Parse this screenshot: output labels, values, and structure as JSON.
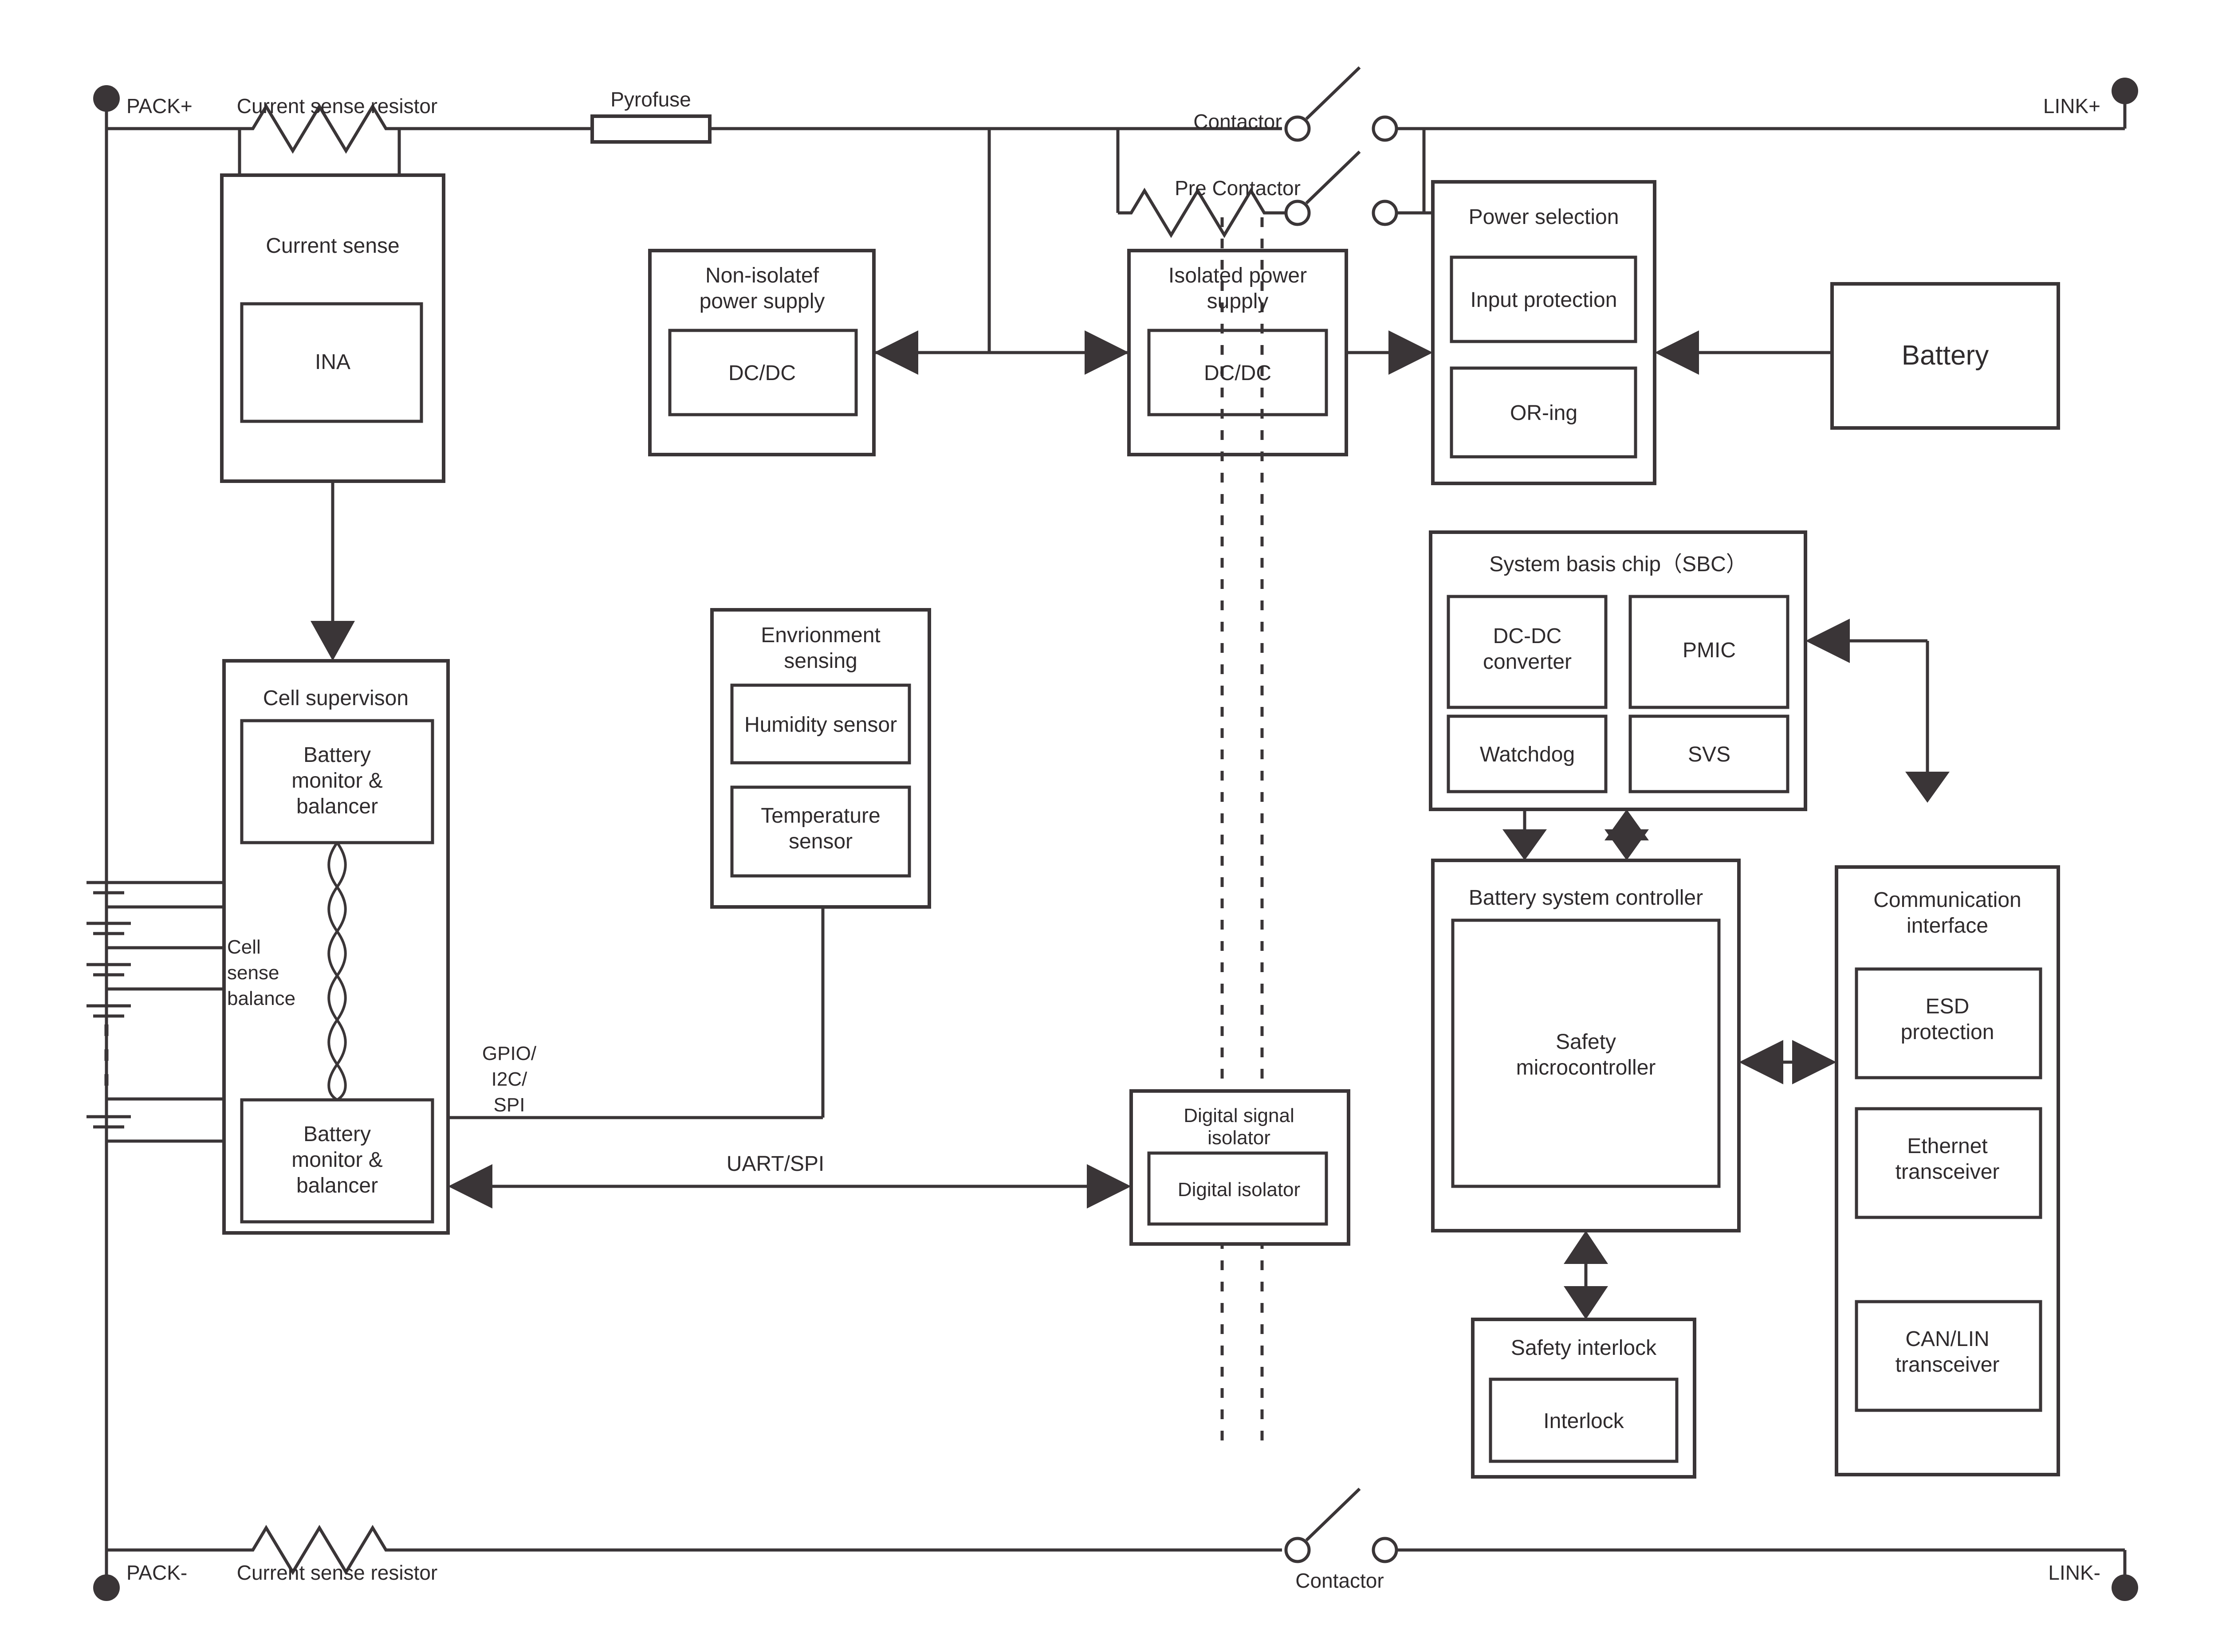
{
  "diagram": {
    "title": "Battery management system block diagram",
    "colors": {
      "line": "#3a3537",
      "text": "#2f2b2d",
      "background": "#ffffff"
    }
  },
  "terminals": {
    "pack_plus": "PACK+",
    "pack_minus": "PACK-",
    "link_plus": "LINK+",
    "link_minus": "LINK-"
  },
  "passives": {
    "current_sense_resistor_top": "Current sense resistor",
    "current_sense_resistor_bottom": "Current sense resistor",
    "pyrofuse": "Pyrofuse",
    "contactor_top": "Contactor",
    "pre_contactor": "Pre Contactor",
    "contactor_bottom": "Contactor"
  },
  "blocks": {
    "current_sense": {
      "title": "Current sense",
      "child": "INA"
    },
    "non_isolated_supply": {
      "title_line1": "Non-isolatef",
      "title_line2": "power supply",
      "child": "DC/DC"
    },
    "isolated_supply": {
      "title_line1": "Isolated power",
      "title_line2": "supply",
      "child": "DC/DC"
    },
    "power_selection": {
      "title": "Power selection",
      "children": [
        "Input protection",
        "OR-ing"
      ]
    },
    "battery": {
      "title": "Battery"
    },
    "cell_supervision": {
      "title": "Cell supervison",
      "children": [
        "Battery monitor & balancer",
        "Battery monitor & balancer"
      ]
    },
    "cell_sense_balance": {
      "label_line1": "Cell",
      "label_line2": "sense",
      "label_line3": "balance"
    },
    "environment_sensing": {
      "title_line1": "Envrionment",
      "title_line2": "sensing",
      "children": [
        "Humidity sensor",
        "Temperature sensor"
      ]
    },
    "digital_signal_isolator": {
      "title_line1": "Digital signal",
      "title_line2": "isolator",
      "child": "Digital isolator"
    },
    "system_basis_chip": {
      "title": "System basis chip（SBC）",
      "children": [
        "DC-DC converter",
        "PMIC",
        "Watchdog",
        "SVS"
      ]
    },
    "battery_system_controller": {
      "title": "Battery system controller",
      "child_line1": "Safety",
      "child_line2": "microcontroller"
    },
    "safety_interlock": {
      "title": "Safety interlock",
      "child": "Interlock"
    },
    "communication_interface": {
      "title_line1": "Communication",
      "title_line2": "interface",
      "children": [
        "ESD protection",
        "Ethernet transceiver",
        "CAN/LIN transceiver"
      ]
    }
  },
  "bus_labels": {
    "gpio_i2c_spi_line1": "GPIO/",
    "gpio_i2c_spi_line2": "I2C/",
    "gpio_i2c_spi_line3": "SPI",
    "uart_spi": "UART/SPI"
  }
}
